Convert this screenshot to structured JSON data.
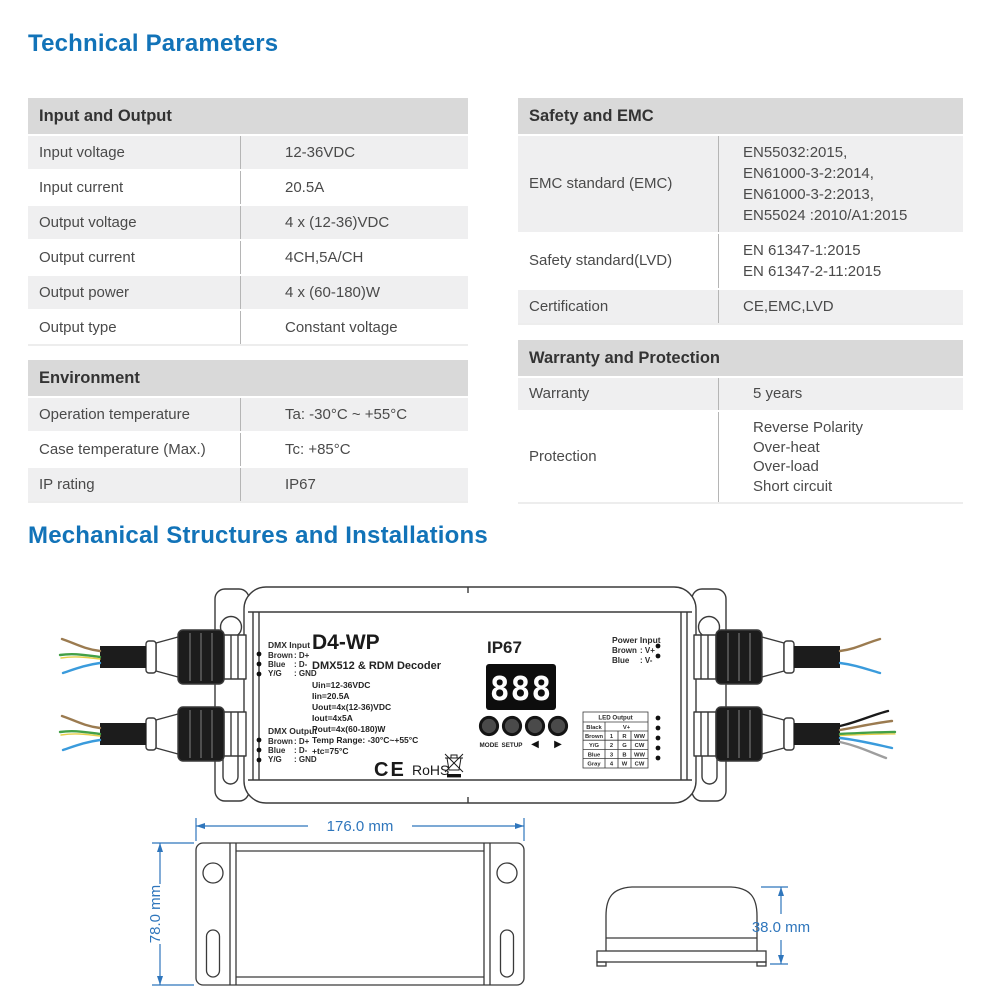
{
  "headings": {
    "technical": "Technical Parameters",
    "mechanical": "Mechanical Structures and Installations"
  },
  "colors": {
    "accent_blue": "#1273b8",
    "dimension_blue": "#2f76bc",
    "header_gray": "#d9d9d9",
    "row_gray": "#efeff0"
  },
  "tables": {
    "input_output": {
      "title": "Input and Output",
      "rows": [
        {
          "label": "Input voltage",
          "value": "12-36VDC"
        },
        {
          "label": "Input current",
          "value": "20.5A"
        },
        {
          "label": "Output voltage",
          "value": "4 x (12-36)VDC"
        },
        {
          "label": "Output current",
          "value": "4CH,5A/CH"
        },
        {
          "label": "Output power",
          "value": "4 x (60-180)W"
        },
        {
          "label": "Output type",
          "value": "Constant voltage"
        }
      ]
    },
    "environment": {
      "title": "Environment",
      "rows": [
        {
          "label": "Operation temperature",
          "value": "Ta: -30°C ~ +55°C"
        },
        {
          "label": "Case temperature (Max.)",
          "value": "Tc: +85°C"
        },
        {
          "label": "IP rating",
          "value": "IP67"
        }
      ]
    },
    "safety_emc": {
      "title": "Safety and EMC",
      "rows": [
        {
          "label": "EMC standard (EMC)",
          "lines": [
            "EN55032:2015,",
            "EN61000-3-2:2014,",
            "EN61000-3-2:2013,",
            "EN55024 :2010/A1:2015"
          ]
        },
        {
          "label": "Safety standard(LVD)",
          "lines": [
            "EN 61347-1:2015",
            "EN 61347-2-11:2015"
          ]
        },
        {
          "label": "Certification",
          "lines": [
            "CE,EMC,LVD"
          ]
        }
      ]
    },
    "warranty": {
      "title": "Warranty and Protection",
      "rows": [
        {
          "label": "Warranty",
          "lines": [
            "5 years"
          ]
        },
        {
          "label": "Protection",
          "lines": [
            "Reverse Polarity",
            "Over-heat",
            "Over-load",
            "Short circuit"
          ]
        }
      ]
    }
  },
  "device": {
    "model": "D4-WP",
    "type": "DMX512 & RDM Decoder",
    "ip": "IP67",
    "display": "888",
    "specs": [
      "Uin=12-36VDC",
      "Iin=20.5A",
      "Uout=4x(12-36)VDC",
      "Iout=4x5A",
      "Pout=4x(60-180)W",
      "Temp Range: -30°C~+55°C",
      "+tc=75°C"
    ],
    "buttons": {
      "mode": "MODE",
      "setup": "SETUP",
      "left": "◀",
      "right": "▶"
    },
    "certs": {
      "ce": "CE",
      "rohs": "RoHS"
    },
    "dmx_input": {
      "title": "DMX Input",
      "rows": [
        [
          "Brown",
          ": D+"
        ],
        [
          "Blue",
          ": D-"
        ],
        [
          "Y/G",
          ": GND"
        ]
      ]
    },
    "dmx_output": {
      "title": "DMX Output",
      "rows": [
        [
          "Brown",
          ": D+"
        ],
        [
          "Blue",
          ": D-"
        ],
        [
          "Y/G",
          ": GND"
        ]
      ]
    },
    "power_input": {
      "title": "Power Input",
      "rows": [
        [
          "Brown",
          ": V+"
        ],
        [
          "Blue",
          ": V-"
        ]
      ]
    },
    "led_output": {
      "title": "LED Output",
      "vplus_row": [
        "Black",
        "V+"
      ],
      "rows": [
        [
          "Brown",
          "1",
          "R",
          "WW"
        ],
        [
          "Y/G",
          "2",
          "G",
          "CW"
        ],
        [
          "Blue",
          "3",
          "B",
          "WW"
        ],
        [
          "Gray",
          "4",
          "W",
          "CW"
        ]
      ]
    }
  },
  "dimensions": {
    "width": "176.0 mm",
    "height": "78.0 mm",
    "depth": "38.0 mm"
  }
}
